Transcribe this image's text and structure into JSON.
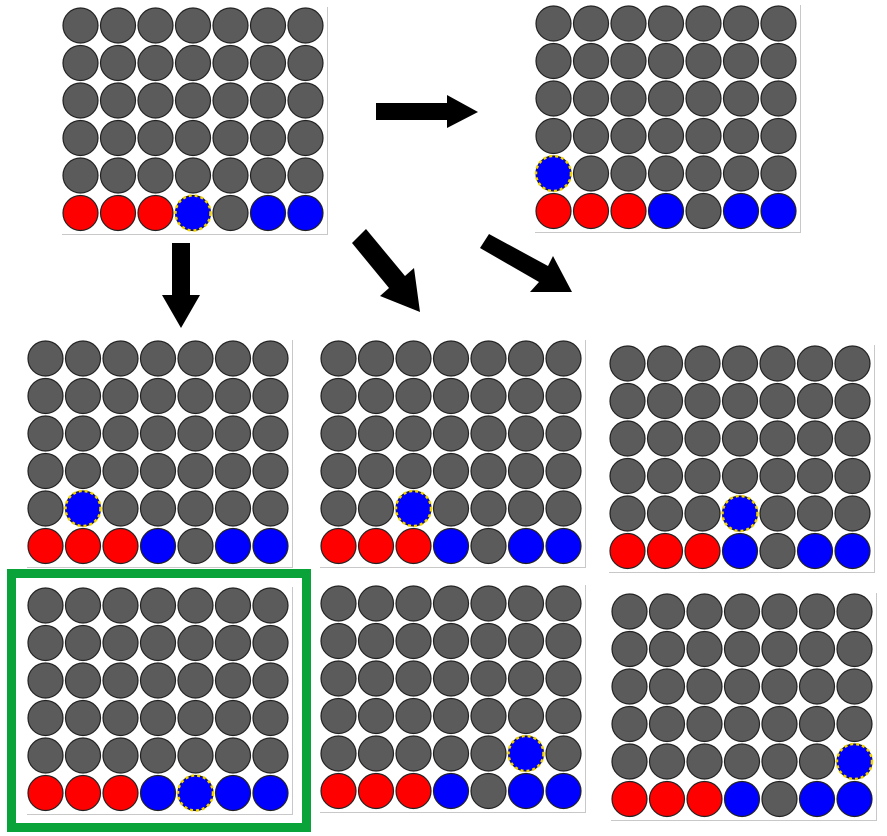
{
  "colors": {
    "empty": "#5b5b5b",
    "red": "#ff0000",
    "blue": "#0000ff",
    "candidate_ring": "#f2d200",
    "highlight": "#0aa33a",
    "arrow": "#000000"
  },
  "grid": {
    "rows": 6,
    "cols": 7
  },
  "boards": [
    {
      "id": "initial",
      "bottom_row": [
        "red",
        "red",
        "red",
        "blue",
        "empty",
        "blue",
        "blue"
      ],
      "candidate": {
        "row": 5,
        "col": 3
      },
      "highlighted": false
    },
    {
      "id": "successor-top",
      "bottom_row": [
        "red",
        "red",
        "red",
        "blue",
        "empty",
        "blue",
        "blue"
      ],
      "candidate": {
        "row": 4,
        "col": 0
      },
      "highlighted": false
    },
    {
      "id": "row2-left",
      "bottom_row": [
        "red",
        "red",
        "red",
        "blue",
        "empty",
        "blue",
        "blue"
      ],
      "candidate": {
        "row": 4,
        "col": 1
      },
      "highlighted": false
    },
    {
      "id": "row2-middle",
      "bottom_row": [
        "red",
        "red",
        "red",
        "blue",
        "empty",
        "blue",
        "blue"
      ],
      "candidate": {
        "row": 4,
        "col": 2
      },
      "highlighted": false
    },
    {
      "id": "row2-right",
      "bottom_row": [
        "red",
        "red",
        "red",
        "blue",
        "empty",
        "blue",
        "blue"
      ],
      "candidate": {
        "row": 4,
        "col": 3
      },
      "highlighted": false
    },
    {
      "id": "row3-left",
      "bottom_row": [
        "red",
        "red",
        "red",
        "blue",
        "empty",
        "blue",
        "blue"
      ],
      "candidate": {
        "row": 5,
        "col": 4
      },
      "highlighted": true
    },
    {
      "id": "row3-middle",
      "bottom_row": [
        "red",
        "red",
        "red",
        "blue",
        "empty",
        "blue",
        "blue"
      ],
      "candidate": {
        "row": 4,
        "col": 5
      },
      "highlighted": false
    },
    {
      "id": "row3-right",
      "bottom_row": [
        "red",
        "red",
        "red",
        "blue",
        "empty",
        "blue",
        "blue"
      ],
      "candidate": {
        "row": 4,
        "col": 6
      },
      "highlighted": false
    }
  ]
}
